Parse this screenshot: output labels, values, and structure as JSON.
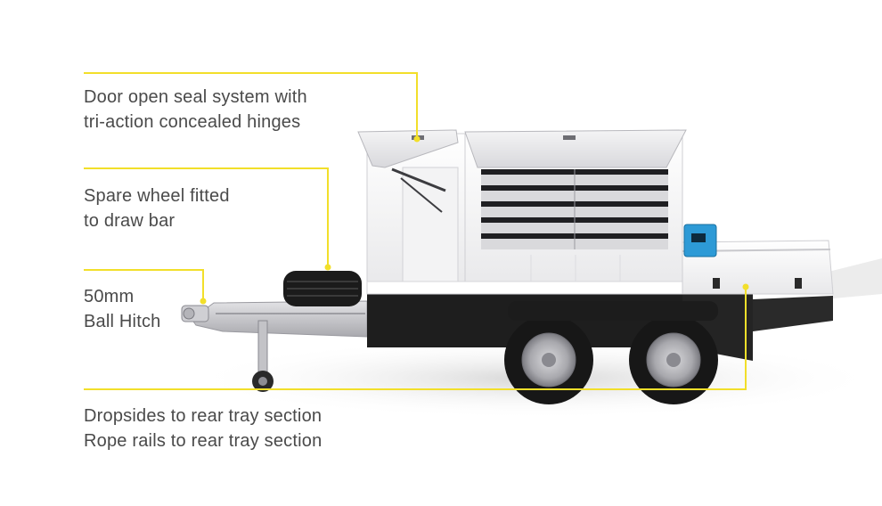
{
  "colors": {
    "leader_line": "#f2df2a",
    "text": "#4a4a4a",
    "body_panel": "#ffffff",
    "chassis": "#1e1e1e",
    "drawbar": "#c9c9cc",
    "battery": "#2d9ad6"
  },
  "callouts": [
    {
      "id": "door-seal",
      "lines": [
        "Door open seal system with",
        "tri-action concealed hinges"
      ]
    },
    {
      "id": "spare-wheel",
      "lines": [
        "Spare wheel fitted",
        "to draw bar"
      ]
    },
    {
      "id": "ball-hitch",
      "lines": [
        "50mm",
        "Ball Hitch"
      ]
    },
    {
      "id": "dropsides",
      "lines": [
        "Dropsides to rear tray section",
        "Rope rails to rear tray section"
      ]
    }
  ]
}
